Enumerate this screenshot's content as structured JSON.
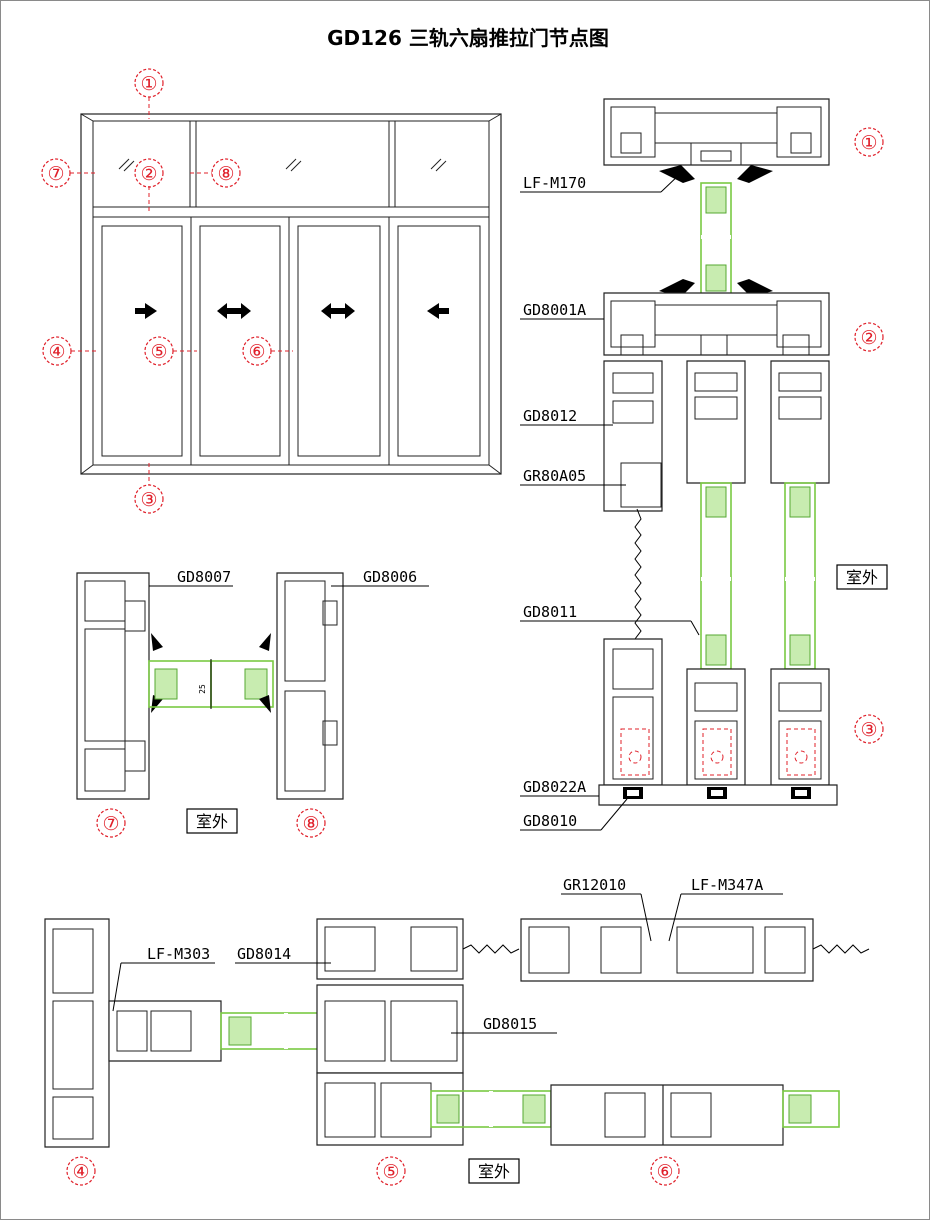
{
  "title": "GD126 三轨六扇推拉门节点图",
  "markers": [
    "①",
    "②",
    "③",
    "④",
    "⑤",
    "⑥",
    "⑦",
    "⑧"
  ],
  "outside_label": "室外",
  "vertical_labels": [
    "LF-M170",
    "GD8001A",
    "GD8012",
    "GR80A05",
    "GD8011",
    "GD8022A",
    "GD8010"
  ],
  "section78": {
    "left_label": "GD8007",
    "right_label": "GD8006"
  },
  "section78_dim": "25",
  "horizontal_labels": [
    "LF-M303",
    "GD8014",
    "GD8015",
    "GR12010",
    "LF-M347A"
  ],
  "colors": {
    "marker": "#e0202a",
    "glass": "#7ac943",
    "glass_fill": "#c8ecb0",
    "line": "#222222"
  }
}
